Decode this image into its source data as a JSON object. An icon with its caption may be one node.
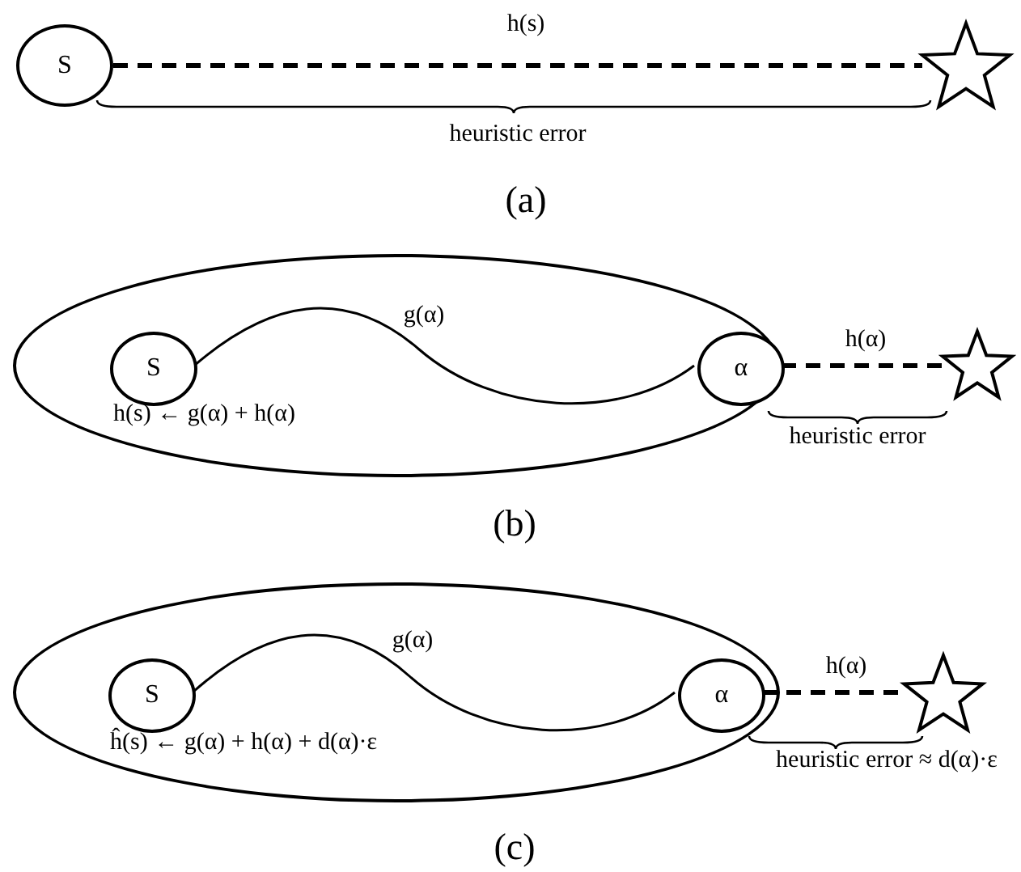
{
  "diagram": {
    "nodes": [
      {
        "text": [
          "S"
        ]
      },
      {
        "text": [],
        "shape": "star"
      },
      {
        "text": [
          "h(s) ← g(α) + h(α)"
        ]
      },
      {
        "text": [
          "S"
        ],
        "in": 2
      },
      {
        "text": [
          "α"
        ],
        "in": 2
      },
      {
        "text": [],
        "shape": "star"
      },
      {
        "text": [
          "ĥ(s) ← g(α) + h(α) + d(α)·ε"
        ]
      },
      {
        "text": [
          "S"
        ],
        "in": 6
      },
      {
        "text": [
          "α"
        ],
        "in": 6
      },
      {
        "text": [],
        "shape": "star"
      }
    ],
    "edges": [
      {
        "from": 0,
        "to": 1,
        "arrow": "none",
        "label": "h(s)",
        "style": "dashed"
      },
      {
        "from": 3,
        "to": 4,
        "arrow": "none",
        "label": "g(α)"
      },
      {
        "from": 4,
        "to": 5,
        "arrow": "none",
        "label": "h(α)",
        "style": "dashed"
      },
      {
        "from": 7,
        "to": 8,
        "arrow": "none",
        "label": "g(α)"
      },
      {
        "from": 8,
        "to": 9,
        "arrow": "none",
        "label": "h(α)",
        "style": "dashed"
      }
    ],
    "labels": [
      "heuristic error",
      "(a)",
      "heuristic error",
      "(b)",
      "heuristic error ≈ d(α)·ε",
      "(c)"
    ]
  }
}
